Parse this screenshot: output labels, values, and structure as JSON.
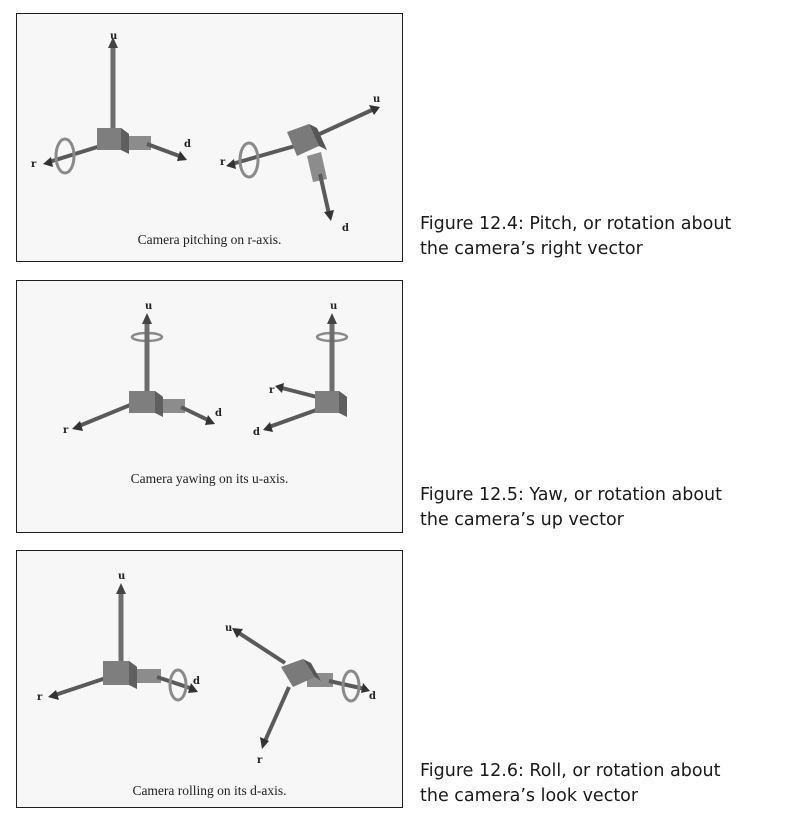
{
  "figures": [
    {
      "number_label": "Figure 12.4:",
      "caption_line1": "Figure 12.4: Pitch, or rotation about",
      "caption_line2": "the camera’s right vector",
      "panel_caption": "Camera pitching on r-axis.",
      "axis_labels": {
        "left_u": "u",
        "left_r": "r",
        "left_d": "d",
        "right_u": "u",
        "right_r": "r",
        "right_d": "d"
      }
    },
    {
      "number_label": "Figure 12.5:",
      "caption_line1": "Figure 12.5: Yaw, or rotation about",
      "caption_line2": "the camera’s up vector",
      "panel_caption": "Camera yawing on its u-axis.",
      "axis_labels": {
        "left_u": "u",
        "left_r": "r",
        "left_d": "d",
        "right_u": "u",
        "right_r": "r",
        "right_d": "d"
      }
    },
    {
      "number_label": "Figure 12.6:",
      "caption_line1": "Figure 12.6: Roll, or rotation about",
      "caption_line2": "the camera’s look vector",
      "panel_caption": "Camera rolling on its d-axis.",
      "axis_labels": {
        "left_u": "u",
        "left_r": "r",
        "left_d": "d",
        "right_u": "u",
        "right_r": "r",
        "right_d": "d"
      }
    }
  ],
  "colors": {
    "panel_background": "#f7f7f7",
    "vector_shaft": "#777777",
    "camera_cube": "#888888",
    "rotation_ring": "#8a8a8a"
  }
}
